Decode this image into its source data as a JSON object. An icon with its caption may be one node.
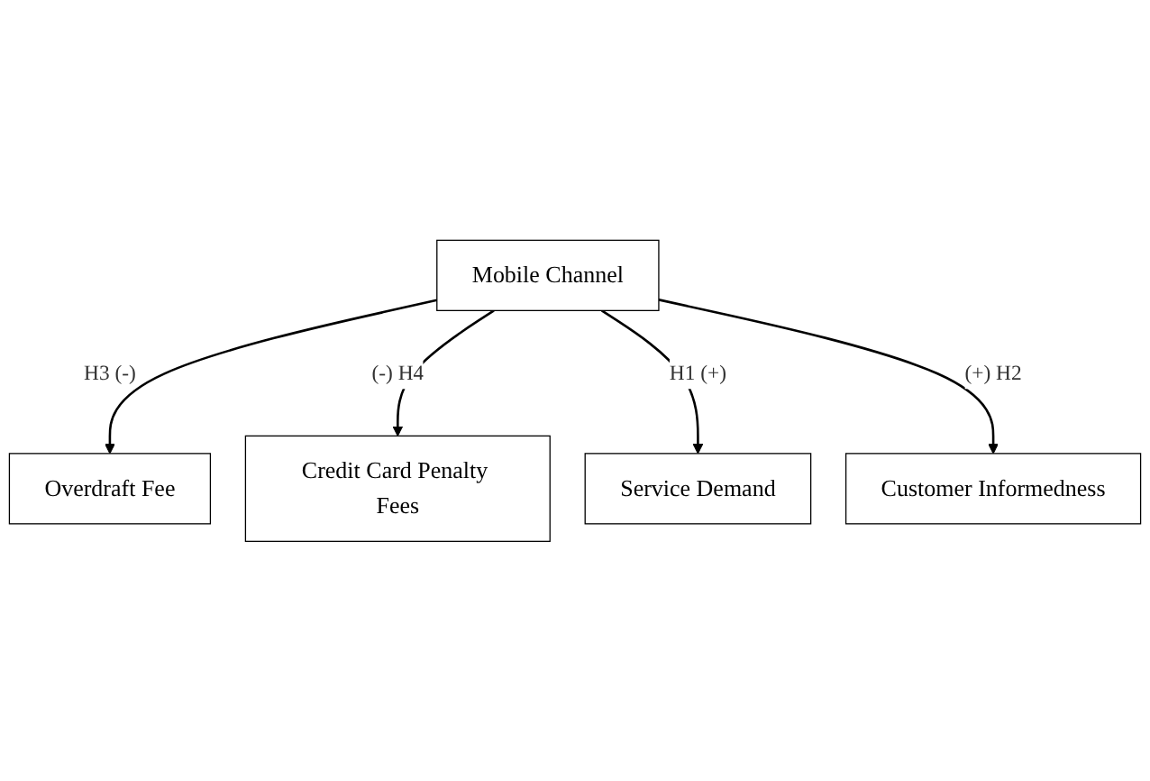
{
  "diagram": {
    "nodes": [
      {
        "text": [
          "Mobile Channel"
        ]
      },
      {
        "text": [
          "Overdraft Fee"
        ]
      },
      {
        "text": [
          "Credit Card Penalty Fees"
        ]
      },
      {
        "text": [
          "Service Demand"
        ]
      },
      {
        "text": [
          "Customer Informedness"
        ]
      }
    ],
    "edges": [
      {
        "from": 0,
        "to": 1,
        "arrow": "to",
        "label": "H3 (-)"
      },
      {
        "from": 0,
        "to": 2,
        "arrow": "to",
        "label": "(-) H4"
      },
      {
        "from": 0,
        "to": 3,
        "arrow": "to",
        "label": "H1 (+)"
      },
      {
        "from": 0,
        "to": 4,
        "arrow": "to",
        "label": "(+) H2"
      }
    ]
  }
}
